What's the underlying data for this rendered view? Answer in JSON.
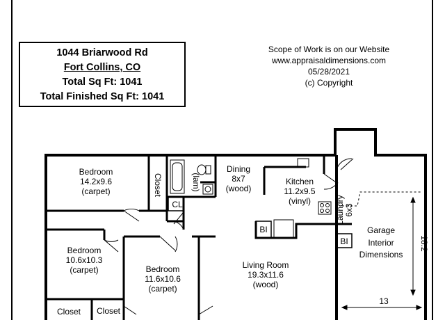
{
  "header": {
    "address": "1044 Briarwood Rd",
    "city": "Fort Collins, CO",
    "total_sqft": "Total Sq Ft: 1041",
    "total_finished": "Total Finished Sq Ft: 1041"
  },
  "scope": {
    "line1": "Scope of Work is on our Website",
    "line2": "www.appraisaldimensions.com",
    "date": "05/28/2021",
    "copyright": "(c) Copyright"
  },
  "rooms": {
    "bedroom1": {
      "name": "Bedroom",
      "dims": "14.2x9.6",
      "floor": "(carpet)"
    },
    "closet_top": {
      "name": "Closet"
    },
    "lam": {
      "name": "(lam)"
    },
    "cl": {
      "name": "CL"
    },
    "dining": {
      "name": "Dining",
      "dims": "8x7",
      "floor": "(wood)"
    },
    "kitchen": {
      "name": "Kitchen",
      "dims": "11.2x9.5",
      "floor": "(vinyl)"
    },
    "laundry": {
      "name": "Laundry",
      "dims": "6x3"
    },
    "bi1": {
      "name": "BI"
    },
    "bi2": {
      "name": "BI"
    },
    "bedroom2": {
      "name": "Bedroom",
      "dims": "10.6x10.3",
      "floor": "(carpet)"
    },
    "bedroom3": {
      "name": "Bedroom",
      "dims": "11.6x10.6",
      "floor": "(carpet)"
    },
    "living": {
      "name": "Living Room",
      "dims": "19.3x11.6",
      "floor": "(wood)"
    },
    "garage": {
      "line1": "Garage",
      "line2": "Interior",
      "line3": "Dimensions",
      "height": "18.2",
      "width": "13"
    },
    "closet_b1": {
      "name": "Closet"
    },
    "closet_b2": {
      "name": "Closet"
    }
  }
}
